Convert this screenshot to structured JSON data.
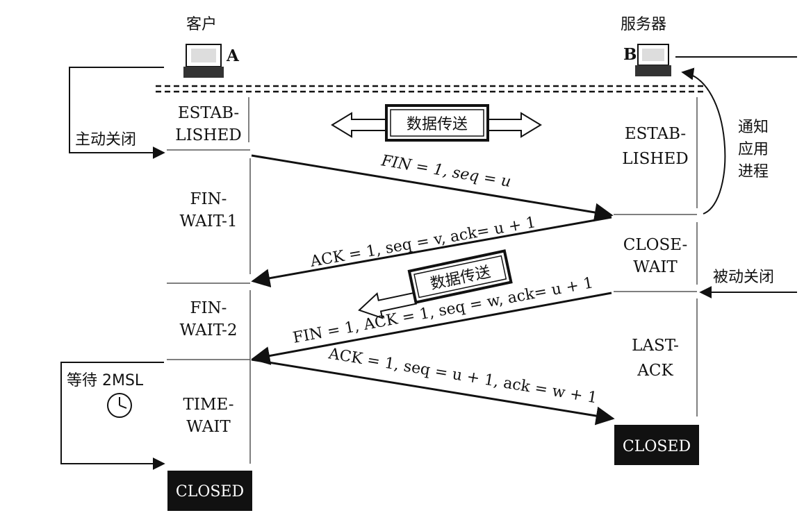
{
  "client": {
    "title": "客户",
    "letter": "A"
  },
  "server": {
    "title": "服务器",
    "letter": "B"
  },
  "data_transfer_label": "数据传送",
  "client_states": {
    "established": [
      "ESTAB-",
      "LISHED"
    ],
    "fin_wait_1": [
      "FIN-",
      "WAIT-1"
    ],
    "fin_wait_2": [
      "FIN-",
      "WAIT-2"
    ],
    "time_wait": [
      "TIME-",
      "WAIT"
    ],
    "closed": "CLOSED"
  },
  "server_states": {
    "established": [
      "ESTAB-",
      "LISHED"
    ],
    "close_wait": [
      "CLOSE-",
      "WAIT"
    ],
    "last_ack": [
      "LAST-",
      "ACK"
    ],
    "closed": "CLOSED"
  },
  "messages": {
    "fin1": "FIN = 1, seq = u",
    "ack1": "ACK = 1, seq = v, ack= u + 1",
    "fin2": "FIN = 1, ACK = 1, seq = w, ack= u + 1",
    "ack2": "ACK = 1, seq = u + 1, ack = w + 1"
  },
  "side_labels": {
    "active_close": "主动关闭",
    "notify_app": [
      "通知",
      "应用",
      "进程"
    ],
    "passive_close": "被动关闭",
    "wait_2msl": "等待 2MSL"
  },
  "icons": [
    "computer-icon",
    "clock-icon"
  ],
  "colors": {
    "ink": "#111111",
    "closed_bg": "#111111",
    "closed_text": "#ffffff"
  }
}
